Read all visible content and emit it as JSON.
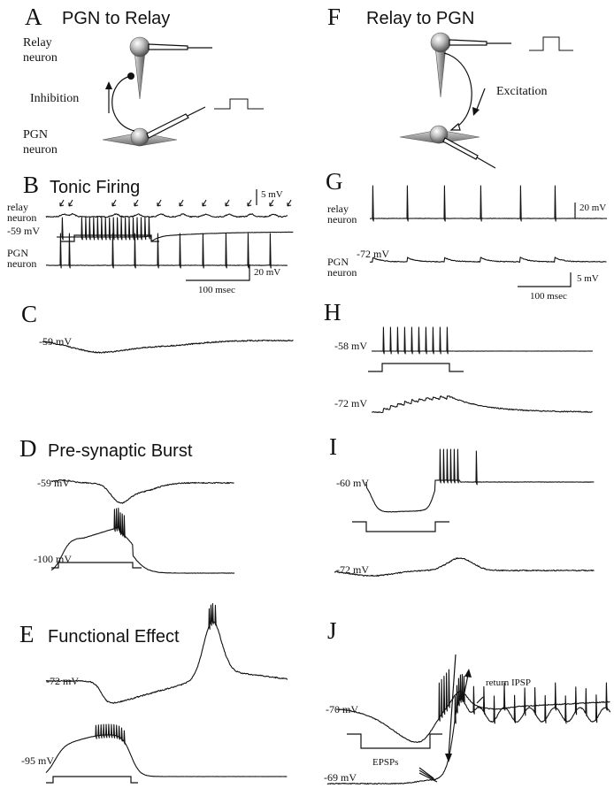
{
  "panels": {
    "A": {
      "letter": "A",
      "title": "PGN to Relay",
      "relay_label": "Relay\nneuron",
      "pgn_label": "PGN\nneuron",
      "arrow_label": "Inhibition"
    },
    "F": {
      "letter": "F",
      "title": "Relay to PGN",
      "arrow_label": "Excitation"
    },
    "B": {
      "letter": "B",
      "title": "Tonic Firing",
      "relay_label": "relay\nneuron",
      "vm": "-59 mV",
      "pgn_label": "PGN\nneuron",
      "scale_v1": "5 mV",
      "scale_v2": "20 mV",
      "scale_t": "100 msec"
    },
    "G": {
      "letter": "G",
      "relay_label": "relay\nneuron",
      "scale_v1": "20 mV",
      "pgn_label": "PGN\nneuron",
      "vm": "-72 mV",
      "scale_v2": "5 mV",
      "scale_t": "100 msec"
    },
    "C": {
      "letter": "C",
      "vm": "-59 mV"
    },
    "H": {
      "letter": "H",
      "vm1": "-58 mV",
      "vm2": "-72 mV"
    },
    "D": {
      "letter": "D",
      "title": "Pre-synaptic Burst",
      "vm1": "-59 mV",
      "vm2": "-100 mV"
    },
    "I": {
      "letter": "I",
      "vm1": "-60 mV",
      "vm2": "-72 mV"
    },
    "E": {
      "letter": "E",
      "title": "Functional Effect",
      "vm1": "-72 mV",
      "vm2": "-95 mV"
    },
    "J": {
      "letter": "J",
      "vm1": "-70 mV",
      "vm2": "-69 mV",
      "ipsp": "return IPSP",
      "epsp": "EPSPs"
    }
  }
}
